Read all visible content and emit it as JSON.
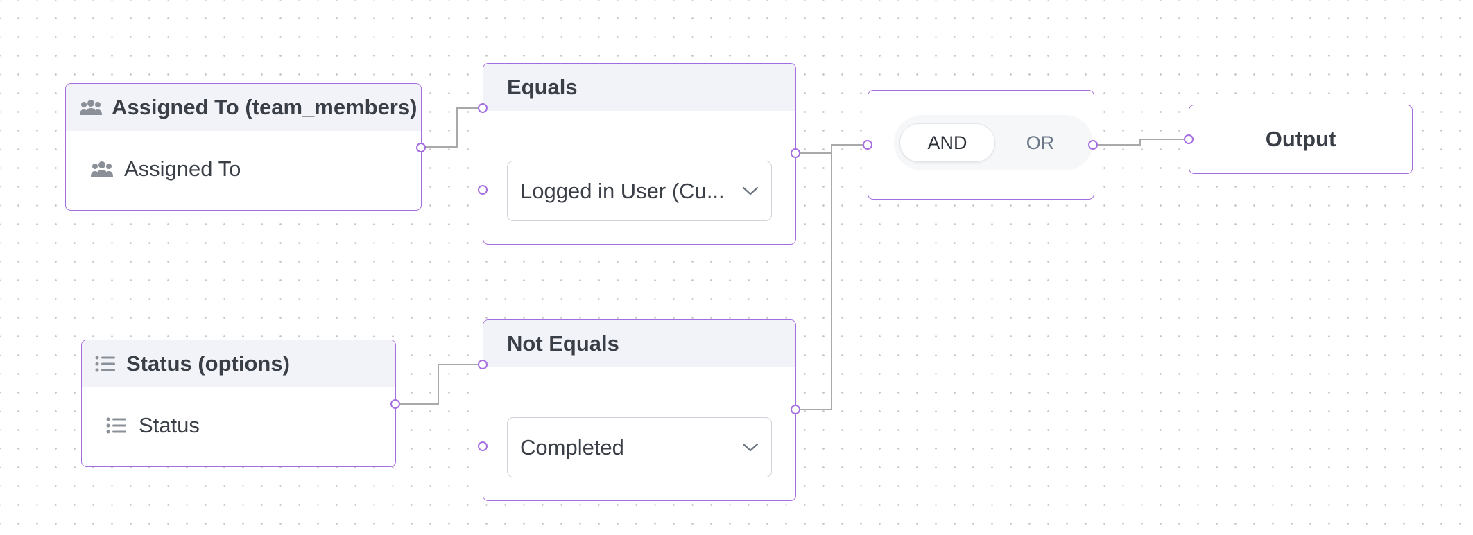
{
  "nodes": {
    "assigned_to_field": {
      "header_label": "Assigned To (team_members)",
      "header_icon": "team-members-icon",
      "row_label": "Assigned To",
      "row_icon": "team-members-icon"
    },
    "status_field": {
      "header_label": "Status (options)",
      "header_icon": "options-list-icon",
      "row_label": "Status",
      "row_icon": "options-list-icon"
    },
    "equals_operator": {
      "title": "Equals",
      "value": "Logged in User (Cu...",
      "dropdown_icon": "chevron-down-icon"
    },
    "not_equals_operator": {
      "title": "Not Equals",
      "value": "Completed",
      "dropdown_icon": "chevron-down-icon"
    },
    "logic_operator": {
      "options": [
        "AND",
        "OR"
      ],
      "selected": "AND"
    },
    "output": {
      "label": "Output"
    }
  },
  "colors": {
    "node_border": "#a56ee0",
    "header_background": "#f1f3f8",
    "edge": "#a9a9a9",
    "canvas_dot": "#c4c4c4",
    "text": "#3a3f47",
    "muted_text": "#6b7787"
  }
}
